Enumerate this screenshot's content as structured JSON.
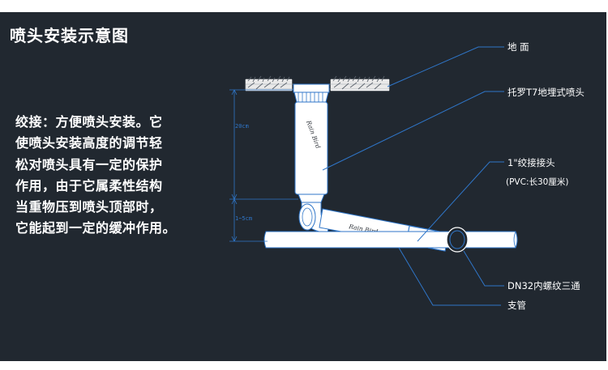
{
  "title": "喷头安装示意图",
  "description_lines": [
    "绞接：方便喷头安装。它",
    "使喷头安装高度的调节轻",
    "松对喷头具有一定的保护",
    "作用，由于它属柔性结构",
    "当重物压到喷头顶部时，",
    "它能起到一定的缓冲作用。"
  ],
  "labels": {
    "ground": "地  面",
    "sprinkler": "托罗T7地埋式喷头",
    "joint": "1\"绞接接头",
    "joint_note": "(PVC:长30厘米)",
    "tee": "DN32内螺纹三通",
    "branch": "支管"
  },
  "dimensions": {
    "upper": "20cm",
    "lower": "1~5cm"
  },
  "brand_text": "Rain Bird",
  "colors": {
    "panel": "#212830",
    "leader": "#2f76c9",
    "outline": "#2f76c9",
    "part_fill": "#ffffff"
  }
}
